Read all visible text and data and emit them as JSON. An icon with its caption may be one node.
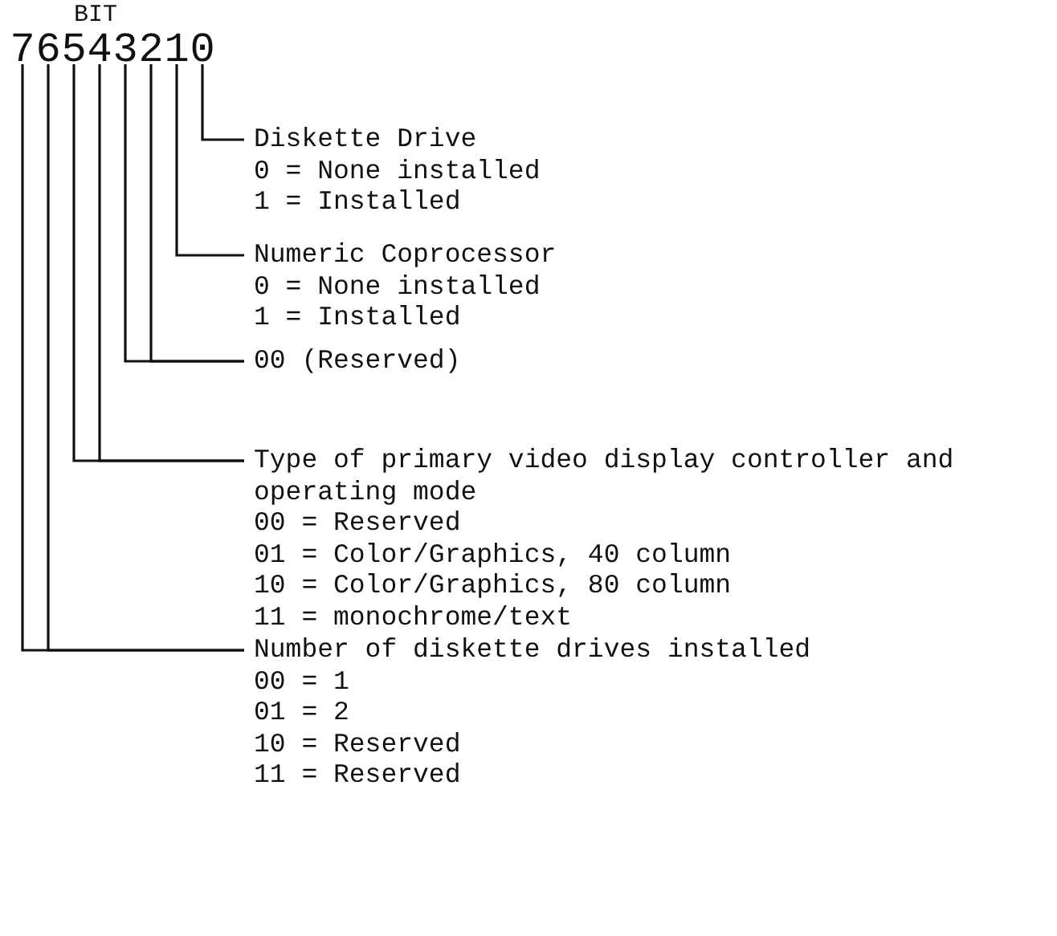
{
  "diagram": {
    "nodes": [
      {
        "text": [
          "7"
        ]
      },
      {
        "text": [
          "6"
        ]
      },
      {
        "text": [
          "5"
        ]
      },
      {
        "text": [
          "4"
        ]
      },
      {
        "text": [
          "3"
        ]
      },
      {
        "text": [
          "2"
        ]
      },
      {
        "text": [
          "1"
        ]
      },
      {
        "text": [
          "0"
        ]
      },
      {
        "text": [
          "Diskette Drive",
          "0 = None installed",
          "1 = Installed"
        ]
      },
      {
        "text": [
          "Numeric Coprocessor",
          "0 = None installed",
          "1 = Installed"
        ]
      },
      {
        "text": [
          "00 (Reserved)"
        ]
      },
      {
        "text": [
          "Type of primary video display controller and operating mode",
          "00 = Reserved",
          "01 = Color/Graphics, 40 column",
          "10 = Color/Graphics, 80 column",
          "11 = monochrome/text"
        ]
      },
      {
        "text": [
          "Number of diskette drives installed",
          "00 = 1",
          "01 = 2",
          "10 = Reserved",
          "11 = Reserved"
        ]
      }
    ],
    "edges": [
      {
        "from": 7,
        "to": 8,
        "arrow": "none"
      },
      {
        "from": 6,
        "to": 9,
        "arrow": "none"
      },
      {
        "from": 5,
        "to": 10,
        "arrow": "none"
      },
      {
        "from": 4,
        "to": 10,
        "arrow": "none"
      },
      {
        "from": 3,
        "to": 11,
        "arrow": "none"
      },
      {
        "from": 2,
        "to": 11,
        "arrow": "none"
      },
      {
        "from": 1,
        "to": 12,
        "arrow": "none"
      },
      {
        "from": 0,
        "to": 12,
        "arrow": "none"
      }
    ],
    "labels": [
      "BIT"
    ]
  }
}
